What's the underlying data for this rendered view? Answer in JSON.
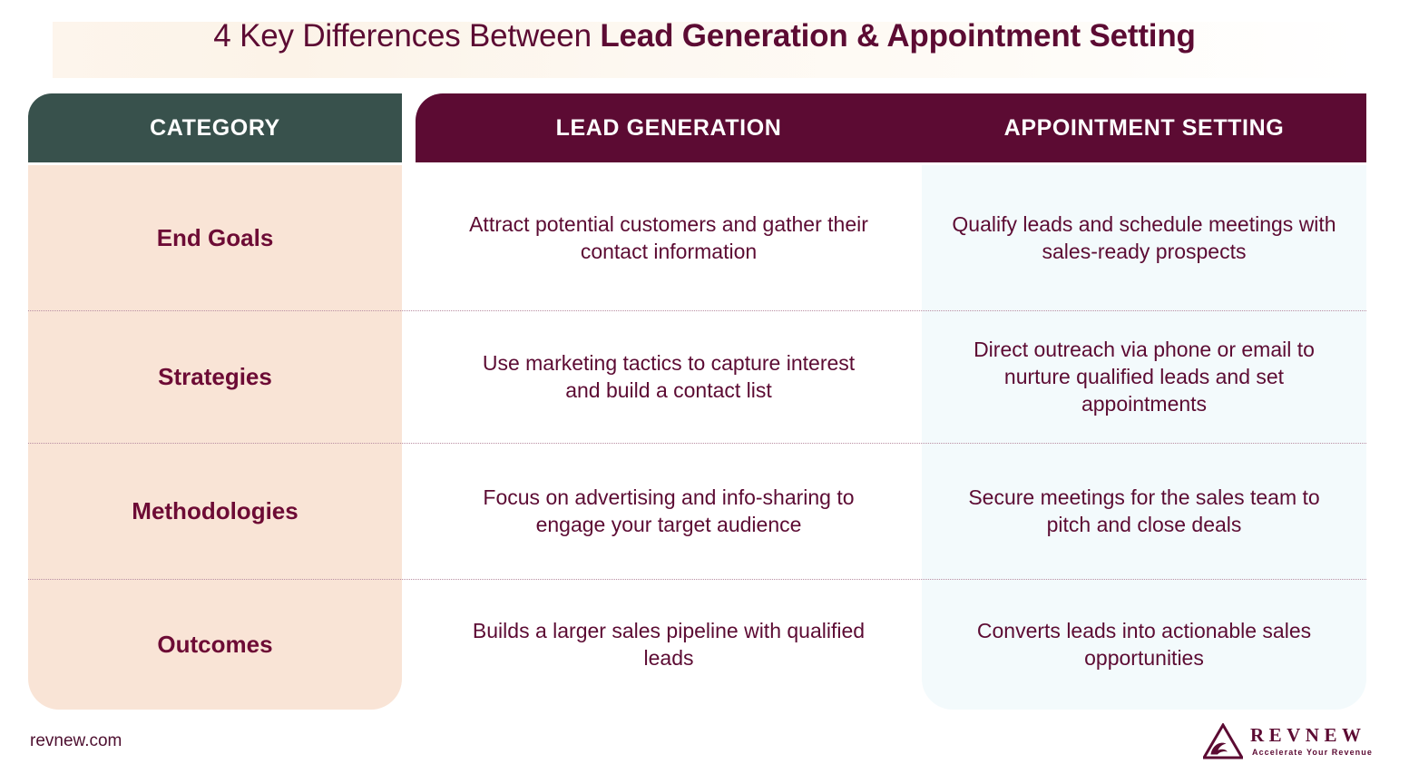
{
  "title": {
    "light_part": "4 Key Differences Between ",
    "bold_part": "Lead Generation & Appointment Setting"
  },
  "table": {
    "headers": {
      "category": "CATEGORY",
      "lead_generation": "LEAD GENERATION",
      "appointment_setting": "APPOINTMENT SETTING"
    },
    "rows": [
      {
        "category": "End Goals",
        "lead_generation": "Attract potential customers and gather their contact information",
        "appointment_setting": "Qualify leads and schedule meetings with sales-ready prospects"
      },
      {
        "category": "Strategies",
        "lead_generation": "Use marketing tactics to capture interest and build a contact list",
        "appointment_setting": "Direct outreach via phone or email to nurture qualified leads and set appointments"
      },
      {
        "category": "Methodologies",
        "lead_generation": "Focus on advertising and info-sharing to engage your target audience",
        "appointment_setting": "Secure meetings for the sales team to pitch and close deals"
      },
      {
        "category": "Outcomes",
        "lead_generation": "Builds a larger sales pipeline with qualified leads",
        "appointment_setting": "Converts leads into actionable sales opportunities"
      }
    ]
  },
  "footer": {
    "url": "revnew.com",
    "logo_name": "REVNEW",
    "logo_tagline": "Accelerate Your Revenue"
  },
  "colors": {
    "maroon": "#5c0b33",
    "dark_green": "#38514c",
    "peach": "#f9e4d6",
    "light_blue": "#f3fafc",
    "title_band_cream": "#fdf5ec",
    "divider": "#b98ea2"
  }
}
